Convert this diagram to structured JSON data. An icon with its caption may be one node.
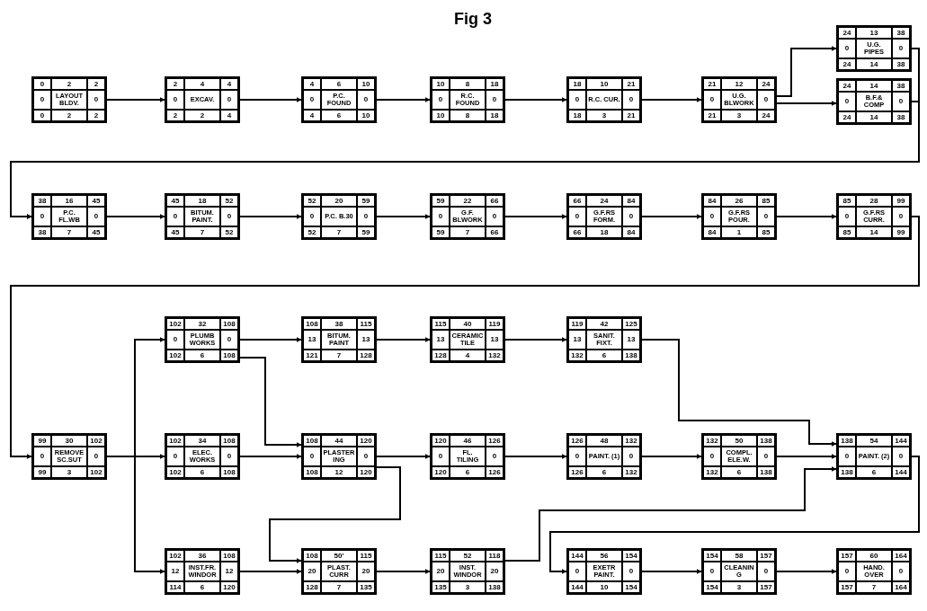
{
  "diagram": {
    "title": "Fig 3",
    "nodes": [
      {
        "text": [
          "0",
          "2",
          "2",
          "0",
          "LAYOUT BLDV.",
          "0",
          "0",
          "2",
          "2"
        ]
      },
      {
        "text": [
          "2",
          "4",
          "4",
          "0",
          "EXCAV.",
          "0",
          "2",
          "2",
          "4"
        ]
      },
      {
        "text": [
          "4",
          "6",
          "10",
          "0",
          "P.C. FOUND",
          "0",
          "4",
          "6",
          "10"
        ]
      },
      {
        "text": [
          "10",
          "8",
          "18",
          "0",
          "R.C. FOUND",
          "0",
          "10",
          "8",
          "18"
        ]
      },
      {
        "text": [
          "18",
          "10",
          "21",
          "0",
          "R.C. CUR.",
          "0",
          "18",
          "3",
          "21"
        ]
      },
      {
        "text": [
          "21",
          "12",
          "24",
          "0",
          "U.G. BLWORK",
          "0",
          "21",
          "3",
          "24"
        ]
      },
      {
        "text": [
          "24",
          "13",
          "38",
          "0",
          "U.G. PIPES",
          "0",
          "24",
          "14",
          "38"
        ]
      },
      {
        "text": [
          "24",
          "14",
          "38",
          "0",
          "B.F.& COMP",
          "0",
          "24",
          "14",
          "38"
        ]
      },
      {
        "text": [
          "38",
          "16",
          "45",
          "0",
          "P.C. FL.WB",
          "0",
          "38",
          "7",
          "45"
        ]
      },
      {
        "text": [
          "45",
          "18",
          "52",
          "0",
          "BITUM. PAINT.",
          "0",
          "45",
          "7",
          "52"
        ]
      },
      {
        "text": [
          "52",
          "20",
          "59",
          "0",
          "P.C. B.30",
          "0",
          "52",
          "7",
          "59"
        ]
      },
      {
        "text": [
          "59",
          "22",
          "66",
          "0",
          "G.F. BLWORK",
          "0",
          "59",
          "7",
          "66"
        ]
      },
      {
        "text": [
          "66",
          "24",
          "84",
          "0",
          "G.F.RS FORM.",
          "0",
          "66",
          "18",
          "84"
        ]
      },
      {
        "text": [
          "84",
          "26",
          "85",
          "0",
          "G.F.RS POUR.",
          "0",
          "84",
          "1",
          "85"
        ]
      },
      {
        "text": [
          "85",
          "28",
          "99",
          "0",
          "G.F.RS CURR.",
          "0",
          "85",
          "14",
          "99"
        ]
      },
      {
        "text": [
          "99",
          "30",
          "102",
          "0",
          "REMOVE SC.SUT",
          "0",
          "99",
          "3",
          "102"
        ]
      },
      {
        "text": [
          "102",
          "32",
          "108",
          "0",
          "PLUMB WORKS",
          "0",
          "102",
          "6",
          "108"
        ]
      },
      {
        "text": [
          "108",
          "38",
          "115",
          "13",
          "BITUM. PAINT",
          "13",
          "121",
          "7",
          "128"
        ]
      },
      {
        "text": [
          "115",
          "40",
          "119",
          "13",
          "CERAMIC TILE",
          "13",
          "128",
          "4",
          "132"
        ]
      },
      {
        "text": [
          "119",
          "42",
          "125",
          "13",
          "SANIT. FIXT.",
          "13",
          "132",
          "6",
          "138"
        ]
      },
      {
        "text": [
          "102",
          "34",
          "108",
          "0",
          "ELEC. WORKS",
          "0",
          "102",
          "6",
          "108"
        ]
      },
      {
        "text": [
          "108",
          "44",
          "120",
          "0",
          "PLASTERING",
          "0",
          "108",
          "12",
          "120"
        ]
      },
      {
        "text": [
          "120",
          "46",
          "126",
          "0",
          "FL. TILING",
          "0",
          "120",
          "6",
          "126"
        ]
      },
      {
        "text": [
          "126",
          "48",
          "132",
          "0",
          "PAINT. (1)",
          "0",
          "126",
          "6",
          "132"
        ]
      },
      {
        "text": [
          "132",
          "50",
          "138",
          "0",
          "COMPL. ELE.W.",
          "0",
          "132",
          "6",
          "138"
        ]
      },
      {
        "text": [
          "138",
          "54",
          "144",
          "0",
          "PAINT. (2)",
          "0",
          "138",
          "6",
          "144"
        ]
      },
      {
        "text": [
          "102",
          "36",
          "108",
          "12",
          "INST.FR. WINDOR",
          "12",
          "114",
          "6",
          "120"
        ]
      },
      {
        "text": [
          "108",
          "50'",
          "115",
          "20",
          "PLAST. CURR",
          "20",
          "128",
          "7",
          "135"
        ]
      },
      {
        "text": [
          "115",
          "52",
          "118",
          "20",
          "INST. WINDOR",
          "20",
          "135",
          "3",
          "138"
        ]
      },
      {
        "text": [
          "144",
          "56",
          "154",
          "0",
          "EXETR PAINT.",
          "0",
          "144",
          "10",
          "154"
        ]
      },
      {
        "text": [
          "154",
          "58",
          "157",
          "0",
          "CLEANING",
          "0",
          "154",
          "3",
          "157"
        ]
      },
      {
        "text": [
          "157",
          "60",
          "164",
          "0",
          "HAND. OVER",
          "0",
          "157",
          "7",
          "164"
        ]
      }
    ],
    "edges": [
      {
        "from": 0,
        "to": 1,
        "arrow": "to"
      },
      {
        "from": 1,
        "to": 2,
        "arrow": "to"
      },
      {
        "from": 2,
        "to": 3,
        "arrow": "to"
      },
      {
        "from": 3,
        "to": 4,
        "arrow": "to"
      },
      {
        "from": 4,
        "to": 5,
        "arrow": "to"
      },
      {
        "from": 5,
        "to": 6,
        "arrow": "to"
      },
      {
        "from": 5,
        "to": 7,
        "arrow": "to"
      },
      {
        "from": 6,
        "to": 8,
        "arrow": "to"
      },
      {
        "from": 7,
        "to": 8,
        "arrow": "to"
      },
      {
        "from": 8,
        "to": 9,
        "arrow": "to"
      },
      {
        "from": 9,
        "to": 10,
        "arrow": "to"
      },
      {
        "from": 10,
        "to": 11,
        "arrow": "to"
      },
      {
        "from": 11,
        "to": 12,
        "arrow": "to"
      },
      {
        "from": 12,
        "to": 13,
        "arrow": "to"
      },
      {
        "from": 13,
        "to": 14,
        "arrow": "to"
      },
      {
        "from": 14,
        "to": 15,
        "arrow": "to"
      },
      {
        "from": 15,
        "to": 16,
        "arrow": "to"
      },
      {
        "from": 15,
        "to": 20,
        "arrow": "to"
      },
      {
        "from": 15,
        "to": 26,
        "arrow": "to"
      },
      {
        "from": 16,
        "to": 17,
        "arrow": "to"
      },
      {
        "from": 17,
        "to": 18,
        "arrow": "to"
      },
      {
        "from": 18,
        "to": 19,
        "arrow": "to"
      },
      {
        "from": 19,
        "to": 25,
        "arrow": "to"
      },
      {
        "from": 16,
        "to": 21,
        "arrow": "to"
      },
      {
        "from": 20,
        "to": 21,
        "arrow": "to"
      },
      {
        "from": 21,
        "to": 22,
        "arrow": "to"
      },
      {
        "from": 22,
        "to": 23,
        "arrow": "to"
      },
      {
        "from": 23,
        "to": 24,
        "arrow": "to"
      },
      {
        "from": 24,
        "to": 25,
        "arrow": "to"
      },
      {
        "from": 21,
        "to": 27,
        "arrow": "to"
      },
      {
        "from": 26,
        "to": 27,
        "arrow": "to"
      },
      {
        "from": 27,
        "to": 28,
        "arrow": "to"
      },
      {
        "from": 28,
        "to": 25,
        "arrow": "to"
      },
      {
        "from": 25,
        "to": 29,
        "arrow": "to"
      },
      {
        "from": 29,
        "to": 30,
        "arrow": "to"
      },
      {
        "from": 30,
        "to": 31,
        "arrow": "to"
      }
    ]
  }
}
